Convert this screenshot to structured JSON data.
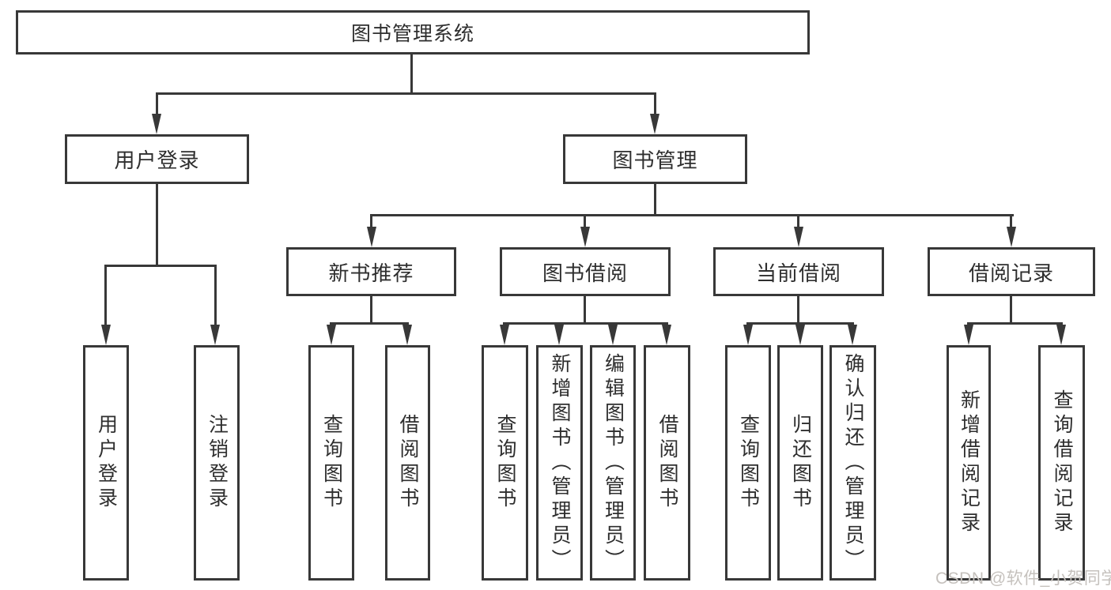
{
  "nodes": {
    "root": "图书管理系统",
    "user_login": "用户登录",
    "book_mgmt": "图书管理",
    "new_book_rec": "新书推荐",
    "book_borrow": "图书借阅",
    "current_borrow": "当前借阅",
    "borrow_records": "借阅记录",
    "leaf_user_login": "用户登录",
    "leaf_logout": "注销登录",
    "leaf_nb_query": "查询图书",
    "leaf_nb_borrow": "借阅图书",
    "leaf_bb_query": "查询图书",
    "leaf_bb_add": "新增图书（管理员）",
    "leaf_bb_edit": "编辑图书（管理员）",
    "leaf_bb_borrow": "借阅图书",
    "leaf_cb_query": "查询图书",
    "leaf_cb_return": "归还图书",
    "leaf_cb_confirm": "确认归还（管理员）",
    "leaf_br_add": "新增借阅记录",
    "leaf_br_query": "查询借阅记录"
  },
  "watermark": "CSDN @软件_小贺同学",
  "colors": {
    "line": "#383838",
    "text": "#2e2e2e",
    "watermark": "#c5c1bd",
    "background": "#ffffff"
  }
}
